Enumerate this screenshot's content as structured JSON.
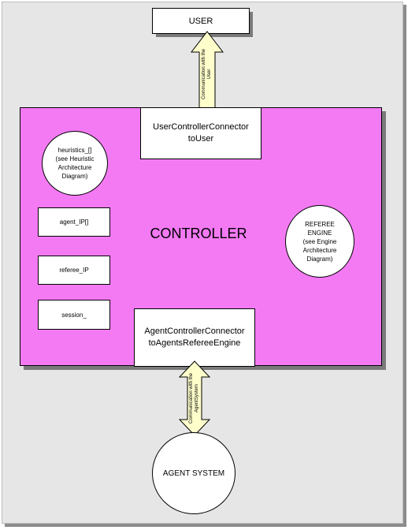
{
  "user_box": {
    "label": "USER"
  },
  "user_connector": {
    "line1": "UserControllerConnector",
    "line2": "toUser"
  },
  "user_arrow": {
    "line1": "Communication with the",
    "line2": "User"
  },
  "controller": {
    "title": "CONTROLLER"
  },
  "heuristics": {
    "line1": "heuristics_[]",
    "line2": "(see Heuristic",
    "line3": "Architecture",
    "line4": "Diagram)"
  },
  "referee_engine": {
    "line1": "REFEREE",
    "line2": "ENGINE",
    "line3": "(see Engine",
    "line4": "Architecture",
    "line5": "Diagram)"
  },
  "fields": [
    {
      "label": "agent_IP[]"
    },
    {
      "label": "referee_IP"
    },
    {
      "label": "session_"
    }
  ],
  "agent_connector": {
    "line1": "AgentControllerConnector",
    "line2": "toAgentsRefereeEngine"
  },
  "agent_arrow": {
    "line1": "Communication with the",
    "line2": "AgentSystem"
  },
  "agent_system": {
    "label": "AGENT SYSTEM"
  },
  "colors": {
    "controller_fill": "#f47af4",
    "arrow_fill": "#ffffcc",
    "background": "#e6e6e6"
  }
}
